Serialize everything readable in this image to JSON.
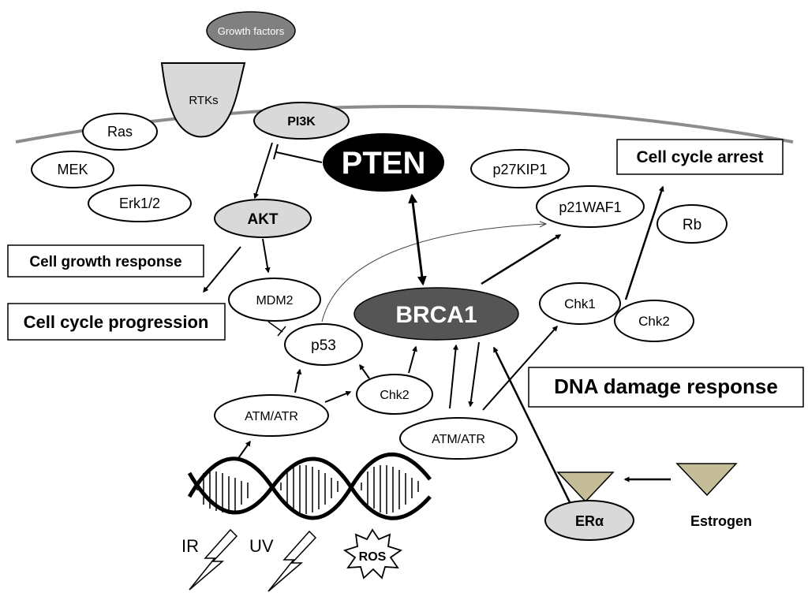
{
  "nodes": {
    "growth_factors": "Growth factors",
    "rtks": "RTKs",
    "pi3k": "PI3K",
    "ras": "Ras",
    "mek": "MEK",
    "erk": "Erk1/2",
    "pten": "PTEN",
    "akt": "AKT",
    "mdm2": "MDM2",
    "p53": "p53",
    "brca1": "BRCA1",
    "p27": "p27KIP1",
    "p21": "p21WAF1",
    "rb": "Rb",
    "chk1": "Chk1",
    "chk2_right": "Chk2",
    "chk2_center": "Chk2",
    "atm_left": "ATM/ATR",
    "atm_right": "ATM/ATR",
    "er_alpha": "ERα",
    "estrogen": "Estrogen",
    "ir": "IR",
    "uv": "UV",
    "ros": "ROS"
  },
  "boxes": {
    "cell_cycle_arrest": "Cell cycle arrest",
    "cell_growth_response": "Cell growth response",
    "cell_cycle_progression": "Cell cycle progression",
    "dna_damage_response": "DNA damage response"
  },
  "colors": {
    "pten_fill": "#000000",
    "brca1_fill": "#555555",
    "growth_factors_fill": "#808080",
    "light_gray_fill": "#d9d9d9",
    "estrogen_triangle_fill": "#c4bd97",
    "membrane": "#8c8c8c"
  }
}
